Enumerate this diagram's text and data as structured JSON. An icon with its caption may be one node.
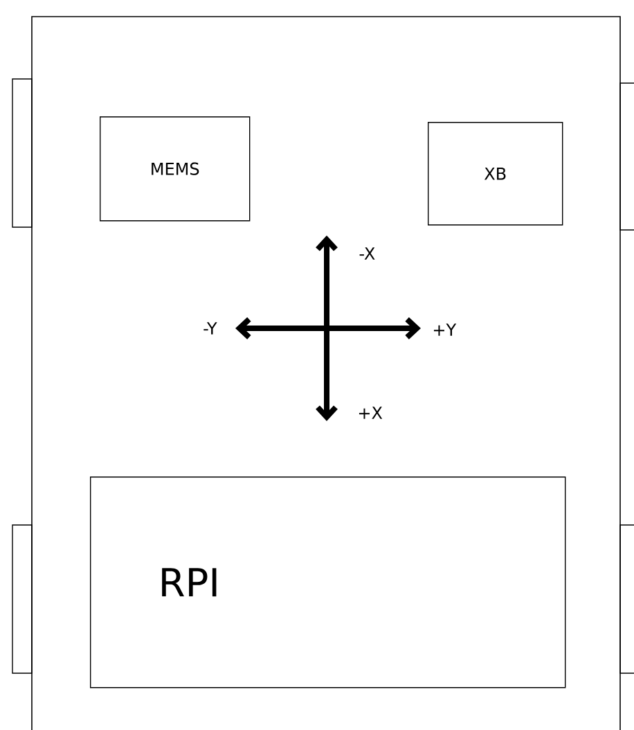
{
  "diagram": {
    "nodes": [
      {
        "text": [
          "MEMS"
        ]
      },
      {
        "text": [
          "XB"
        ]
      },
      {
        "text": [
          "RPI"
        ]
      }
    ],
    "labels": [
      "-X",
      "-Y",
      "+Y",
      "+X"
    ]
  }
}
